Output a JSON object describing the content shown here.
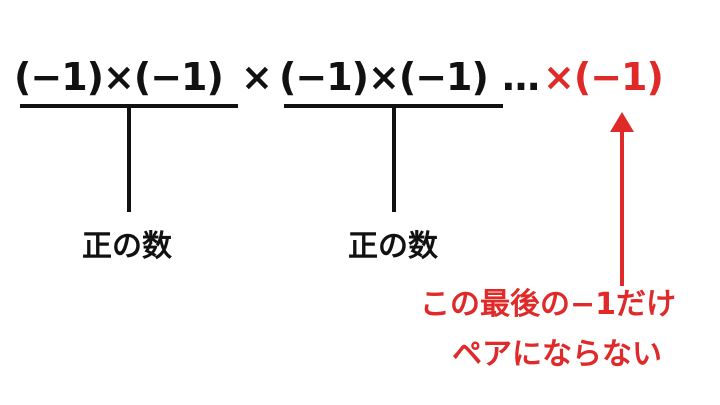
{
  "expression": {
    "group1": "(−1)×(−1)",
    "times": "×",
    "group2": "(−1)×(−1)",
    "ellipsis": "…",
    "last_factor": "×(−1)"
  },
  "labels": {
    "positive_left": "正の数",
    "positive_right": "正の数"
  },
  "note": {
    "line1": "この最後の−1だけ",
    "line2": "ペアにならない"
  },
  "colors": {
    "text": "#111111",
    "accent": "#e02a2a"
  }
}
